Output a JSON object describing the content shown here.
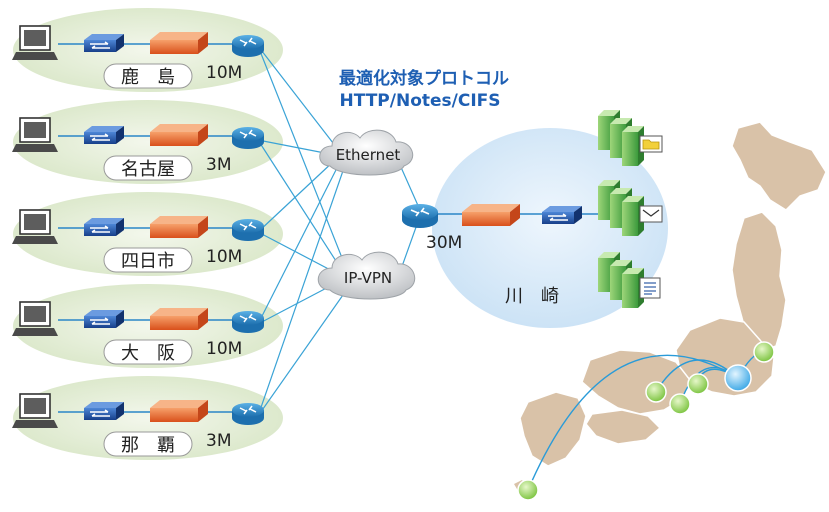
{
  "header": {
    "title_line1": "最適化対象プロトコル",
    "title_line2": "HTTP/Notes/CIFS"
  },
  "branches": [
    {
      "name": "鹿　島",
      "speed": "10M"
    },
    {
      "name": "名古屋",
      "speed": "3M"
    },
    {
      "name": "四日市",
      "speed": "10M"
    },
    {
      "name": "大　阪",
      "speed": "10M"
    },
    {
      "name": "那　覇",
      "speed": "3M"
    }
  ],
  "clouds": {
    "ethernet": "Ethernet",
    "ipvpn": "IP-VPN"
  },
  "hq": {
    "name": "川　崎",
    "speed": "30M"
  },
  "server_icons": [
    "folder-icon",
    "mail-icon",
    "document-icon"
  ],
  "colors": {
    "branch_ellipse": "#e3edd6",
    "hq_ellipse": "#d7e8f7",
    "link": "#3aa3d6",
    "router": "#2a86c7",
    "switch": "#1f4fa0",
    "accelerator": "#e8642a",
    "server": "#5cb85c",
    "map_land": "#d9c2a8",
    "map_site": "#8fce4f",
    "map_hq": "#59b8e8"
  }
}
